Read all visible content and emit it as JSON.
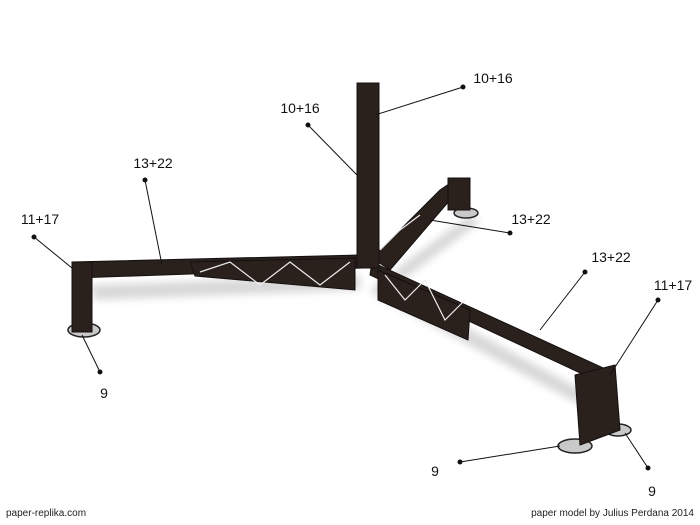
{
  "labels": {
    "post_top": "10+16",
    "post_mid": "10+16",
    "left_arm": "13+22",
    "left_leg": "11+17",
    "left_foot": "9",
    "back_arm": "13+22",
    "right_arm": "13+22",
    "right_leg": "11+17",
    "right_foot_front": "9",
    "right_foot_back": "9"
  },
  "footer": {
    "site": "paper-replika.com",
    "credit": "paper model by Julius Perdana 2014"
  }
}
